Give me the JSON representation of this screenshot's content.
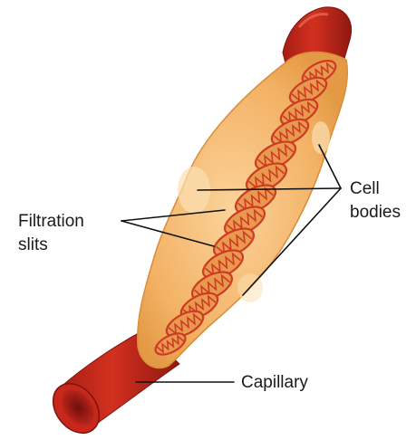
{
  "labels": {
    "filtration_line1": "Filtration",
    "filtration_line2": "slits",
    "cell_line1": "Cell",
    "cell_line2": "bodies",
    "capillary": "Capillary"
  },
  "colors": {
    "vessel": "#c8281c",
    "vessel_dark": "#7e1410",
    "vessel_light": "#e2553f",
    "podocyte": "#f4b76c",
    "podocyte_edge": "#d9903c",
    "podocyte_light": "#fbd9a4",
    "process": "#e79a4e",
    "slit": "#cf3a24"
  }
}
